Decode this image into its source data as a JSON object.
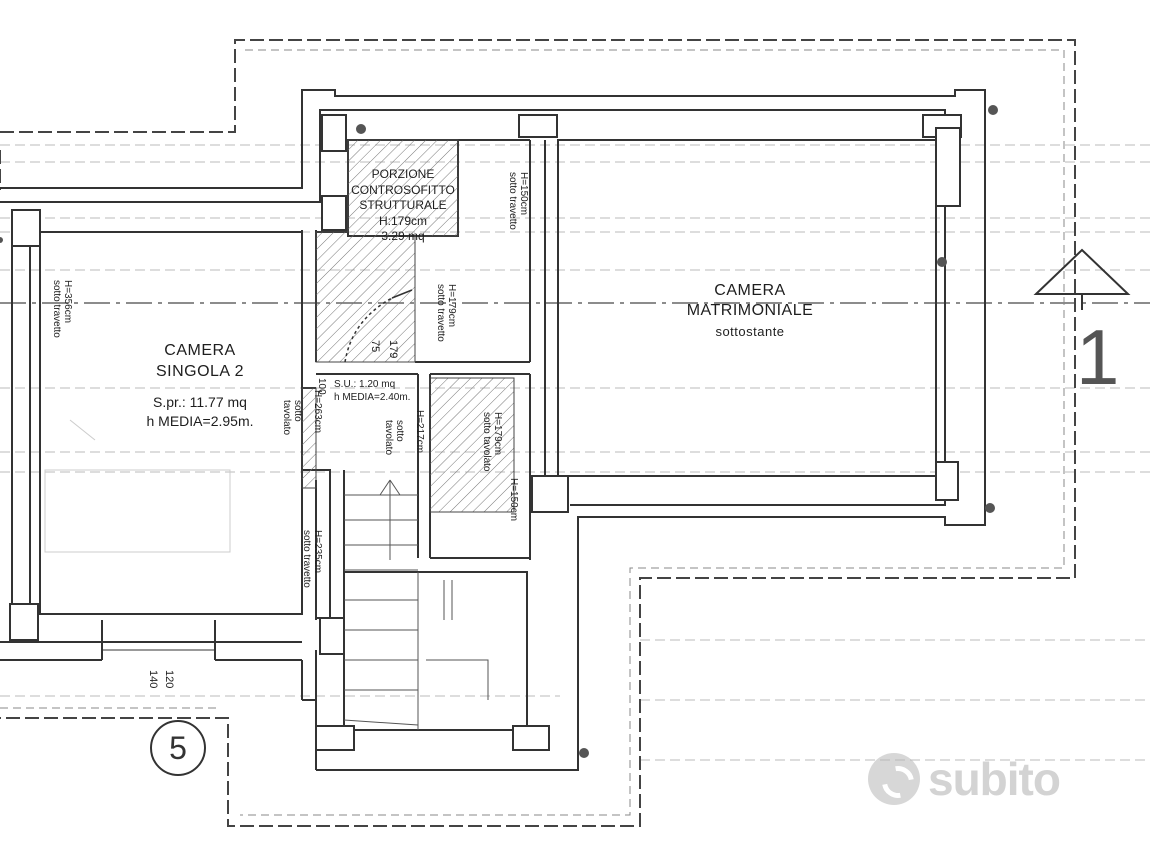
{
  "rooms": {
    "singola": {
      "line1": "CAMERA",
      "line2": "SINGOLA 2",
      "area": "S.pr.: 11.77 mq",
      "height": "h  MEDIA=2.95m."
    },
    "matrimoniale": {
      "line1": "CAMERA",
      "line2": "MATRIMONIALE",
      "note": "sottostante"
    },
    "porzione": {
      "line1": "PORZIONE",
      "line2": "CONTROSOFITTO",
      "line3": "STRUTTURALE",
      "height": "H:179cm",
      "area": "3.29 mq"
    },
    "disimpegno": {
      "area": "S.U.: 1.20 mq",
      "height": "h  MEDIA=2.40m."
    }
  },
  "height_notes": {
    "h356": {
      "value": "H=356cm",
      "note": "sotto travetto"
    },
    "h150": {
      "value": "H=150cm",
      "note": "sotto travetto"
    },
    "h179a": {
      "value": "H=179cm",
      "note": "sotto travetto"
    },
    "h263": {
      "value": "H=263cm",
      "note1": "sotto",
      "note2": "tavolato"
    },
    "h217": {
      "value": "H=217cm",
      "note1": "sotto",
      "note2": "tavolato"
    },
    "h179b": {
      "value": "H=179cm",
      "note": "sotto tavolato"
    },
    "h150b": {
      "value": "H=150cm"
    },
    "h235": {
      "value": "H=235cm",
      "note": "sotto travetto"
    }
  },
  "dimensions": {
    "d100": "100",
    "d75": "75",
    "d179": "179",
    "d120": "120",
    "d140": "140"
  },
  "markers": {
    "section": "1",
    "axis": "5"
  },
  "watermark": {
    "text": "subito"
  }
}
